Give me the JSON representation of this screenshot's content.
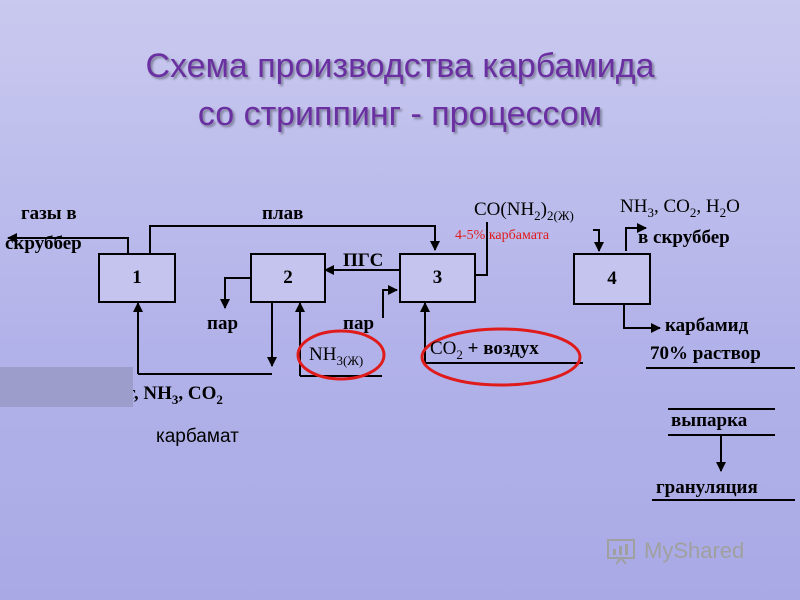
{
  "title": {
    "line1": "Схема производства карбамида",
    "line2": "со стриппинг - процессом"
  },
  "boxes": {
    "b1": "1",
    "b2": "2",
    "b3": "3",
    "b4": "4"
  },
  "labels": {
    "gases_line1": "газы в",
    "gases_line2": "скруббер",
    "melt": "плав",
    "pgs": "ПГС",
    "steam_2": "пар",
    "steam_3": "пар",
    "urea_out_main": "CO(NH",
    "urea_out_sub1": "2",
    "urea_out_mid": ")",
    "urea_out_sub2": "2(Ж)",
    "carbamate_pct": "4-5% карбамата",
    "nh3_liquid_main": "NH",
    "nh3_liquid_sub": "3(Ж)",
    "co2_air_main": "CO",
    "co2_air_sub": "2",
    "co2_air_rest": " + воздух",
    "gases4_nh3": "NH",
    "gases4_sub3": "3",
    "gases4_co2": ", CO",
    "gases4_sub2": "2",
    "gases4_h2o": ", H",
    "gases4_subh": "2",
    "gases4_o": "O",
    "to_scrubber": "в скруббер",
    "urea": "карбамид",
    "solution": "70% раствор",
    "evaporation": "выпарка",
    "granulation": "грануляция",
    "recycle_main": "ат, NH",
    "recycle_sub3": "3",
    "recycle_co2": ", CO",
    "recycle_sub2": "2",
    "carbamate": "карбамат"
  },
  "colors": {
    "title": "#6a2fa0",
    "highlight_ring": "#e01b1b",
    "carbamate_text": "#e01b1b"
  },
  "watermark": "MyShared"
}
